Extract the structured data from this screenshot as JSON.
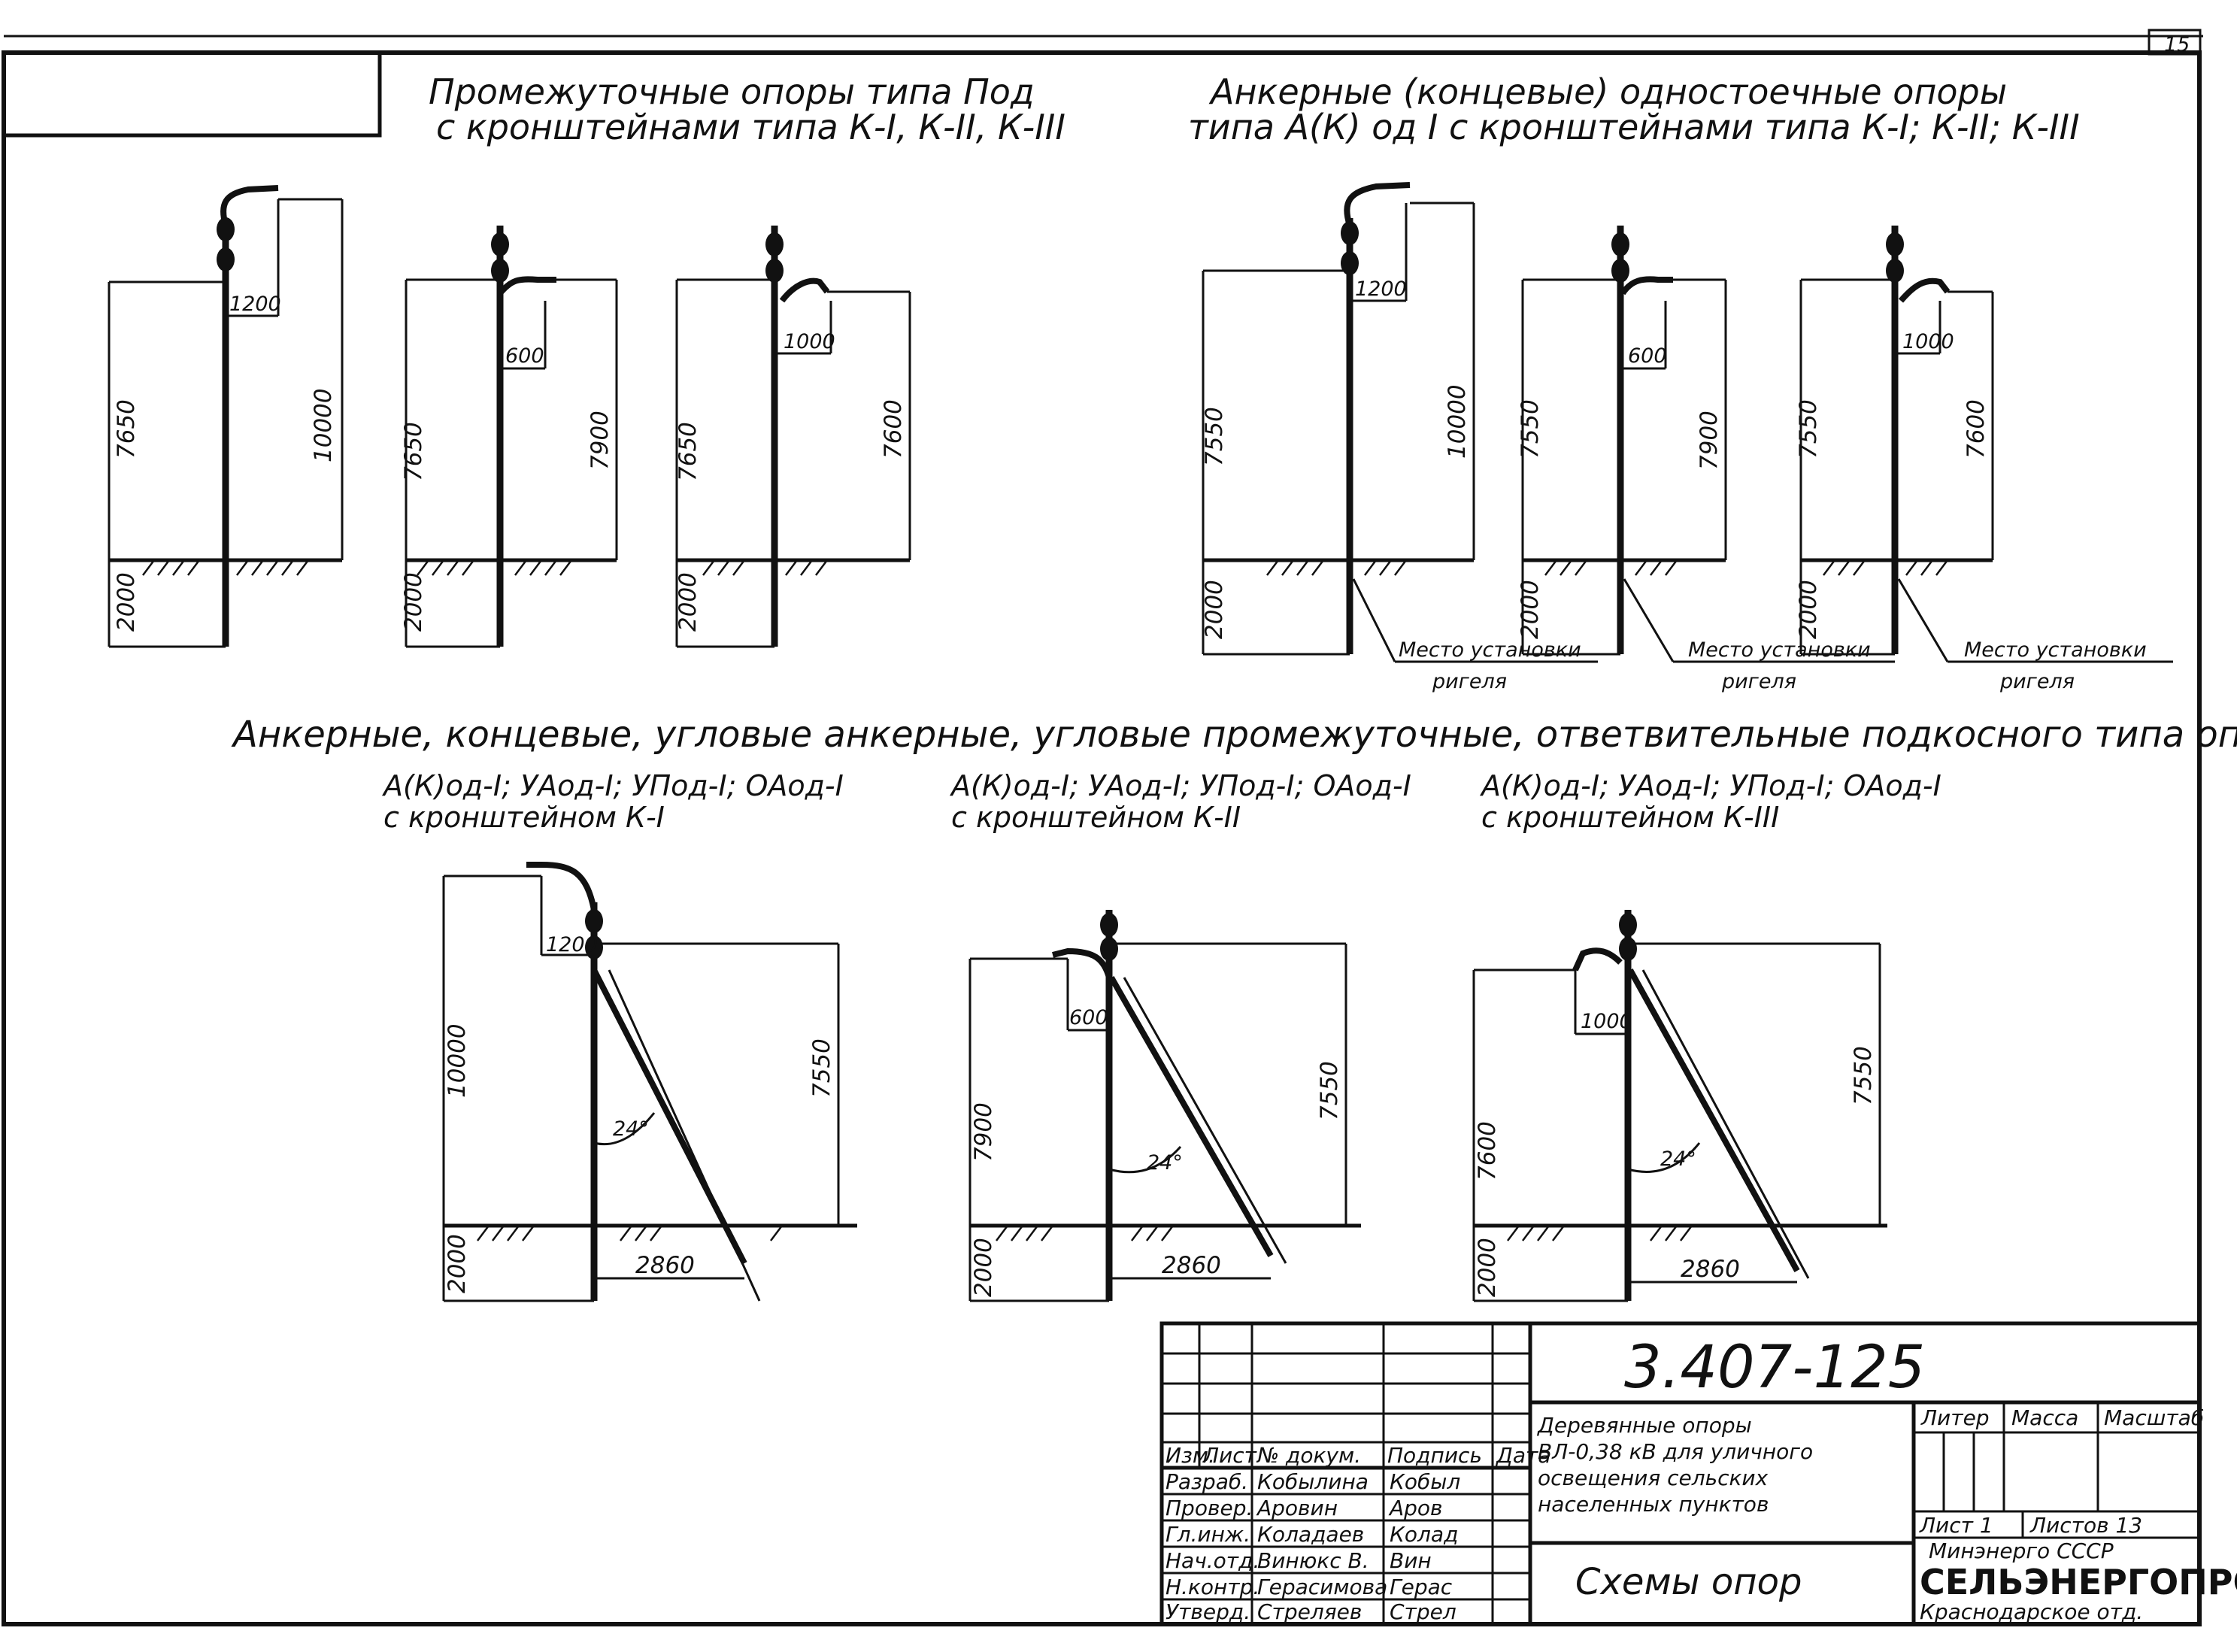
{
  "sheet_number": "15",
  "sections": {
    "top_left": {
      "title_line1": "Промежуточные опоры типа Под",
      "title_line2": "с кронштейнами типа К-I, К-II, К-III",
      "poles": [
        {
          "arm": "1200",
          "height": "7650",
          "total": "10000",
          "ground": "2000"
        },
        {
          "arm": "600",
          "height": "7650",
          "total": "7900",
          "ground": "2000"
        },
        {
          "arm": "1000",
          "height": "7650",
          "total": "7600",
          "ground": "2000"
        }
      ]
    },
    "top_right": {
      "title_line1": "Анкерные (концевые) одностоечные опоры",
      "title_line2": "типа А(К) од I с кронштейнами типа К-I; К-II; К-III",
      "poles": [
        {
          "arm": "1200",
          "height": "7550",
          "total": "10000",
          "ground": "2000",
          "note_line1": "Место установки",
          "note_line2": "ригеля"
        },
        {
          "arm": "600",
          "height": "7550",
          "total": "7900",
          "ground": "2000",
          "note_line1": "Место установки",
          "note_line2": "ригеля"
        },
        {
          "arm": "1000",
          "height": "7550",
          "total": "7600",
          "ground": "2000",
          "note_line1": "Место установки",
          "note_line2": "ригеля"
        }
      ]
    },
    "bottom": {
      "title": "Анкерные, концевые, угловые анкерные, угловые промежуточные, ответвительные подкосного типа опоры",
      "poles": [
        {
          "types": "А(К)од-I; УАод-I; УПод-I; ОАод-I",
          "bracket": "с кронштейном К-I",
          "arm": "1200",
          "total": "10000",
          "height": "7550",
          "angle": "24°",
          "base": "2860",
          "ground": "2000"
        },
        {
          "types": "А(К)од-I; УАод-I; УПод-I; ОАод-I",
          "bracket": "с кронштейном К-II",
          "arm": "600",
          "total": "7900",
          "height": "7550",
          "angle": "24°",
          "base": "2860",
          "ground": "2000"
        },
        {
          "types": "А(К)од-I; УАод-I; УПод-I; ОАод-I",
          "bracket": "с кронштейном К-III",
          "arm": "1000",
          "total": "7600",
          "height": "7550",
          "angle": "24°",
          "base": "2860",
          "ground": "2000"
        }
      ]
    }
  },
  "title_block": {
    "code": "3.407-125",
    "description": [
      "Деревянные опоры",
      "ВЛ-0,38 кВ для уличного",
      "освещения сельских",
      "населенных пунктов"
    ],
    "drawing_title": "Схемы опор",
    "col_headers": [
      "Изм.",
      "Лист",
      "№ докум.",
      "Подпись",
      "Дата"
    ],
    "staff": [
      {
        "role": "Разраб.",
        "name": "Кобылина",
        "sign": "Кобыл"
      },
      {
        "role": "Провер.",
        "name": "Аровин",
        "sign": "Аров"
      },
      {
        "role": "Гл.инж.",
        "name": "Коладаев",
        "sign": "Колад"
      },
      {
        "role": "Нач.отд.",
        "name": "Винюкс В.",
        "sign": "Вин"
      },
      {
        "role": "Н.контр.",
        "name": "Герасимова",
        "sign": "Герас"
      },
      {
        "role": "Утверд.",
        "name": "Стреляев",
        "sign": "Стрел"
      }
    ],
    "litera_label": "Литер",
    "mass_label": "Масса",
    "scale_label": "Масштаб",
    "sheet_label": "Лист 1",
    "sheets_label": "Листов 13",
    "org_line1": "Минэнерго СССР",
    "org_line2": "СЕЛЬЭНЕРГОПРОЕКТ",
    "org_line3": "Краснодарское отд."
  }
}
